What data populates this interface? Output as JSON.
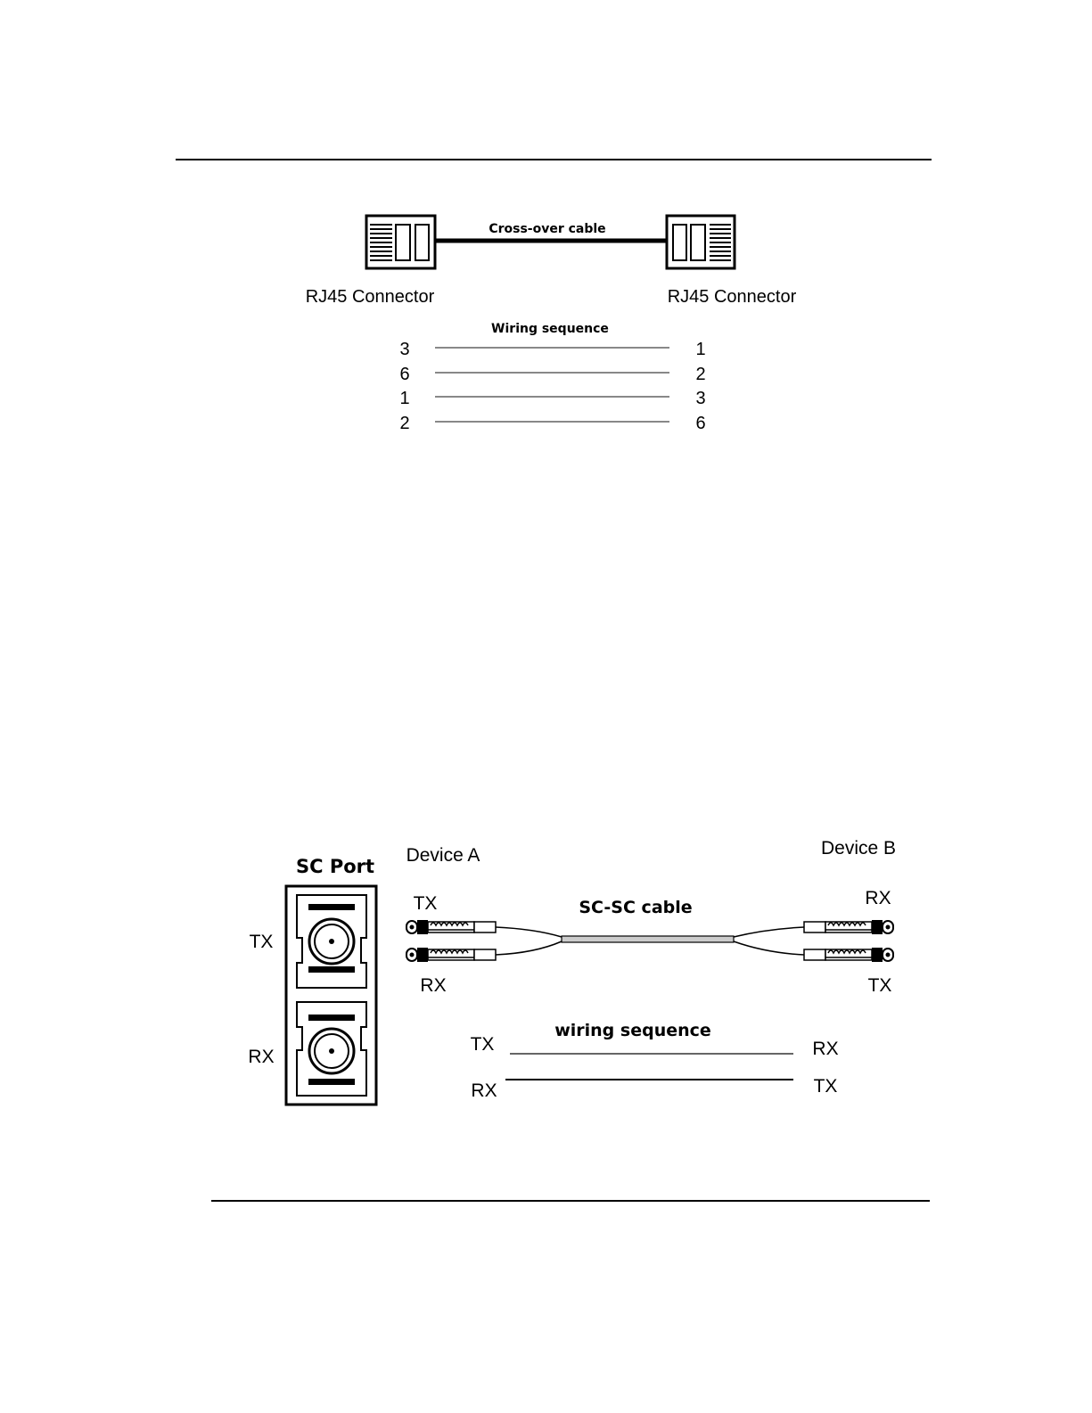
{
  "rj45": {
    "cable_label": "Cross-over cable",
    "left_connector_label": "RJ45 Connector",
    "right_connector_label": "RJ45 Connector",
    "wiring_title": "Wiring sequence",
    "wiring": [
      {
        "left": "3",
        "right": "1"
      },
      {
        "left": "6",
        "right": "2"
      },
      {
        "left": "1",
        "right": "3"
      },
      {
        "left": "2",
        "right": "6"
      }
    ]
  },
  "fiber": {
    "port_title": "SC Port",
    "port_tx_label": "TX",
    "port_rx_label": "RX",
    "device_a_label": "Device A",
    "device_b_label": "Device B",
    "cable_label": "SC-SC cable",
    "a_top_label": "TX",
    "a_bottom_label": "RX",
    "b_top_label": "RX",
    "b_bottom_label": "TX",
    "wiring_title": "wiring sequence",
    "wiring": [
      {
        "left": "TX",
        "right": "RX"
      },
      {
        "left": "RX",
        "right": "TX"
      }
    ]
  }
}
